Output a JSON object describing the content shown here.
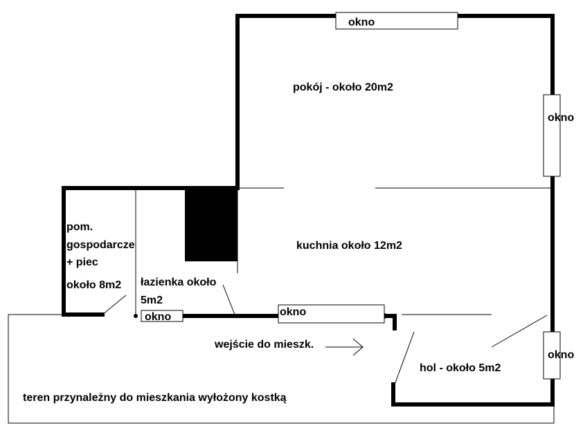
{
  "rooms": {
    "pokoj": "pokój - około 20m2",
    "kuchnia": "kuchnia około 12m2",
    "pom_line1": "pom.",
    "pom_line2": "gospodarcze",
    "pom_line3": "+  piec",
    "pom_line4": "około 8m2",
    "lazienka_line1": "łazienka około",
    "lazienka_line2": "5m2",
    "hol": "hol - około 5m2"
  },
  "windows": {
    "top": "okno",
    "right_upper": "okno",
    "right_lower": "okno",
    "bottom_small": "okno",
    "bottom_middle": "okno"
  },
  "entrance": "wejście do mieszk.",
  "outside": "teren przynależny do mieszkania wyłożony kostką"
}
